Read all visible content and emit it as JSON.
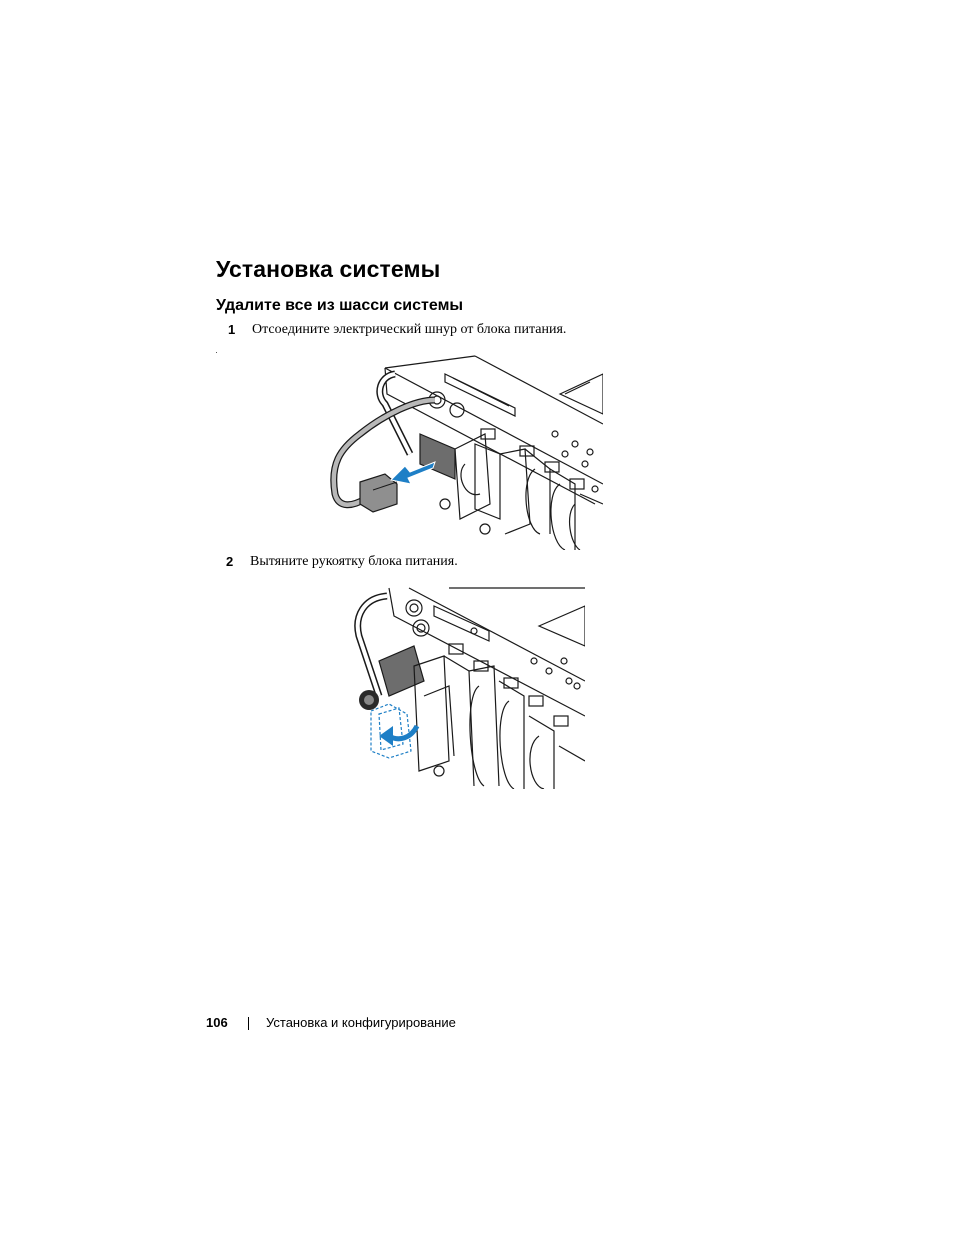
{
  "document": {
    "heading": "Установка системы",
    "subheading": "Удалите все из шасси системы",
    "steps": [
      {
        "number": "1",
        "text": "Отсоедините электрический шнур от блока питания."
      },
      {
        "number": "2",
        "text": "Вытяните рукоятку блока питания."
      }
    ],
    "footer": {
      "page_number": "106",
      "section_title": "Установка и конфигурирование"
    }
  },
  "colors": {
    "arrow": "#1e7fc6",
    "line": "#1a1a1a",
    "cable": "#9a9a9a"
  }
}
